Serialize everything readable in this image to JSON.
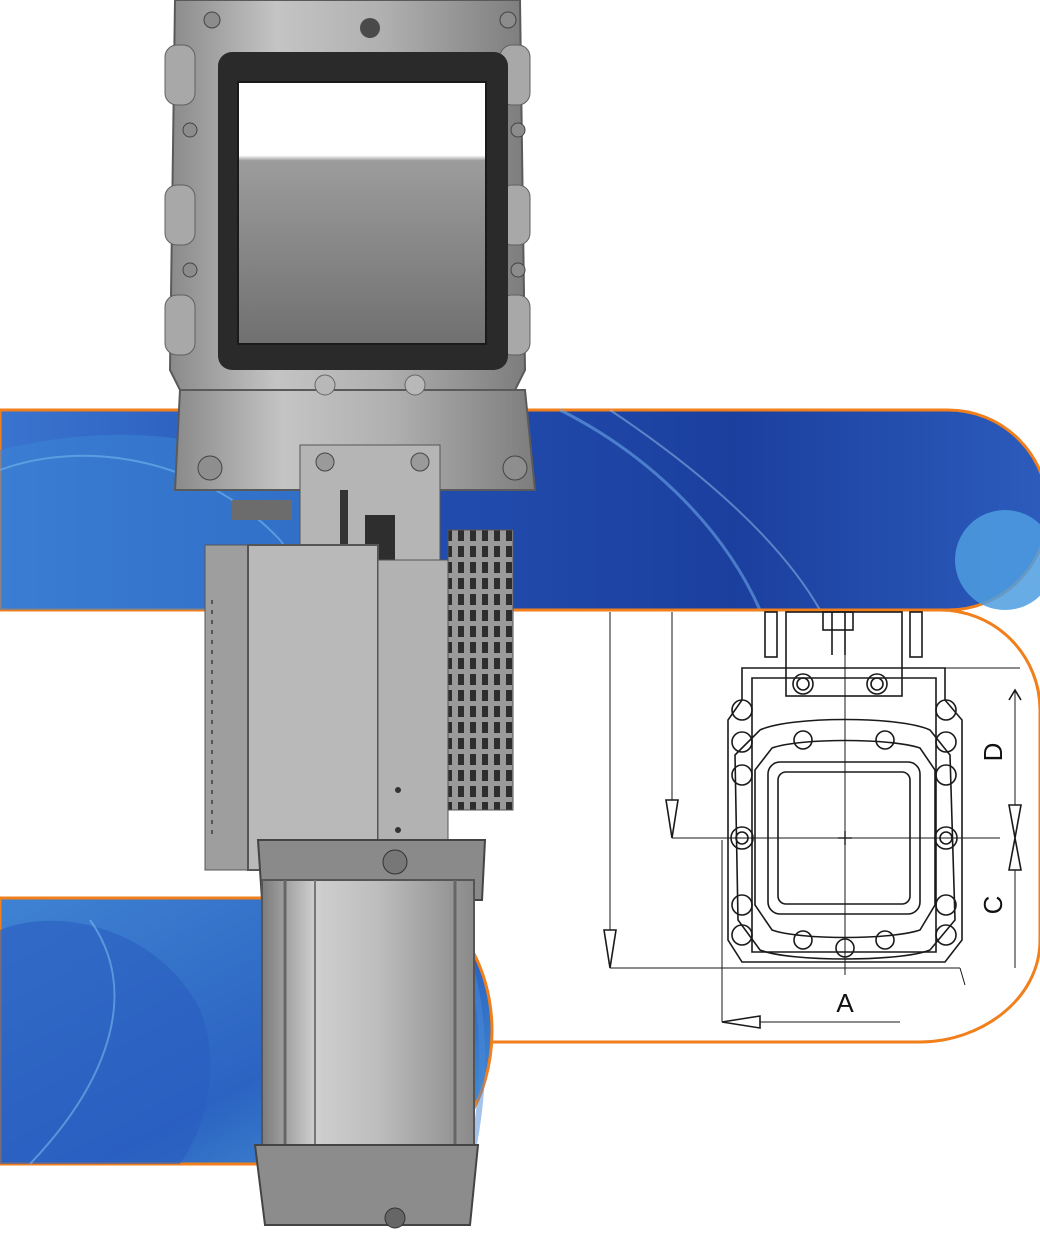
{
  "figure": {
    "dimension_labels": {
      "a": "A",
      "c": "C",
      "d": "D"
    },
    "product_icon": "slide-gate-valve",
    "colors": {
      "band_blue_dark": "#1a3d9c",
      "band_blue_mid": "#2f5fc4",
      "band_blue_light": "#4a9ad8",
      "band_border": "#f07f1c",
      "drawing_line": "#1a1a1a",
      "metal": "#a9a9a9"
    }
  }
}
